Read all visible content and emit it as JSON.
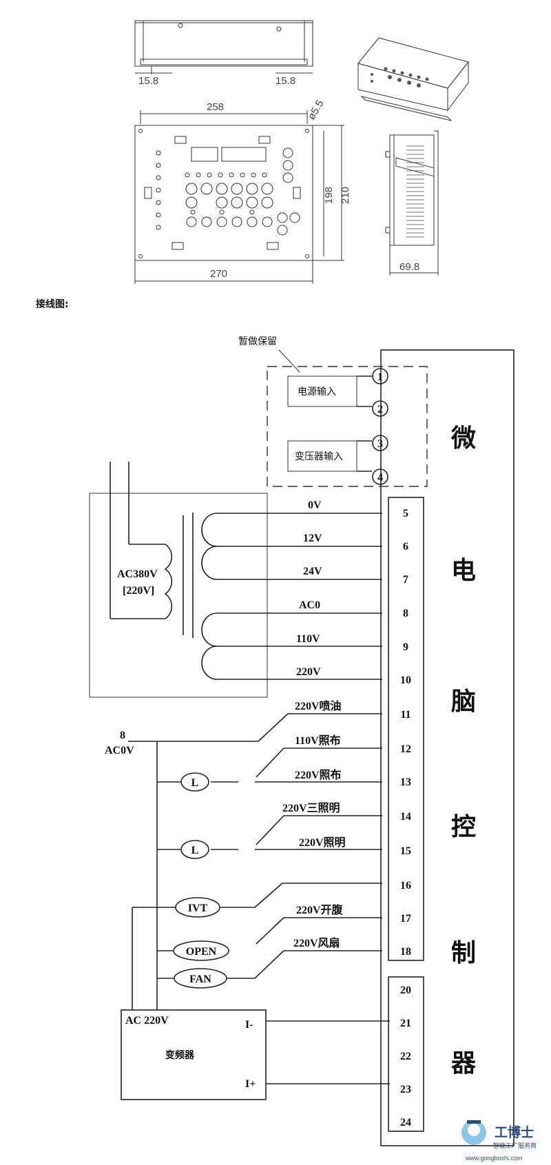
{
  "drawing": {
    "dims": {
      "top_left": "15.8",
      "top_right": "15.8",
      "width_inner": "258",
      "hole": "ø5.5",
      "height_inner": "198",
      "height_outer": "210",
      "width_outer": "270",
      "depth": "69.8"
    }
  },
  "section_title": "接线图:",
  "wiring": {
    "reserved_note": "暂做保留",
    "power_input": "电源输入",
    "transformer_input": "变压器输入",
    "transformer_primary": [
      "AC380V",
      "[220V]"
    ],
    "node_label": [
      "8",
      "AC0V"
    ],
    "circle_labels": [
      "L",
      "L",
      "IVT",
      "OPEN",
      "FAN"
    ],
    "inverter": {
      "voltage": "AC 220V",
      "name": "变频器",
      "i_minus": "I-",
      "i_plus": "I+"
    },
    "controller_label": [
      "微",
      "电",
      "脑",
      "控",
      "制",
      "器"
    ],
    "terminals": [
      {
        "n": "1",
        "label": ""
      },
      {
        "n": "2",
        "label": ""
      },
      {
        "n": "3",
        "label": ""
      },
      {
        "n": "4",
        "label": ""
      },
      {
        "n": "5",
        "label": "0V"
      },
      {
        "n": "6",
        "label": "12V"
      },
      {
        "n": "7",
        "label": "24V"
      },
      {
        "n": "8",
        "label": "AC0"
      },
      {
        "n": "9",
        "label": "110V"
      },
      {
        "n": "10",
        "label": "220V"
      },
      {
        "n": "11",
        "label": "220V喷油"
      },
      {
        "n": "12",
        "label": "110V照布"
      },
      {
        "n": "13",
        "label": "220V照布"
      },
      {
        "n": "14",
        "label": "220V三照明"
      },
      {
        "n": "15",
        "label": "220V照明"
      },
      {
        "n": "16",
        "label": ""
      },
      {
        "n": "17",
        "label": "220V开腹"
      },
      {
        "n": "18",
        "label": "220V风扇"
      },
      {
        "n": "20",
        "label": ""
      },
      {
        "n": "21",
        "label": ""
      },
      {
        "n": "22",
        "label": ""
      },
      {
        "n": "23",
        "label": ""
      },
      {
        "n": "24",
        "label": ""
      }
    ]
  },
  "watermark": {
    "name": "工博士",
    "slogan": "智能工厂服务商",
    "url": "www.gongboshi.com"
  }
}
